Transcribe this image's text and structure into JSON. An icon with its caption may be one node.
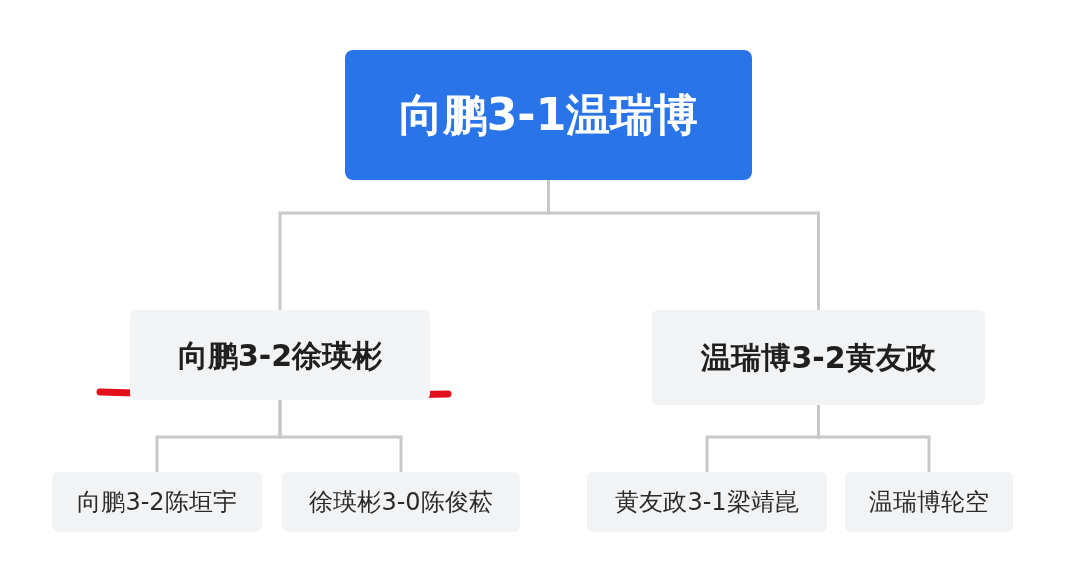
{
  "diagram": {
    "nodes": [
      {
        "text": [
          "向鹏3-1温瑞博"
        ]
      },
      {
        "text": [
          "向鹏3-2徐瑛彬"
        ]
      },
      {
        "text": [
          "温瑞博3-2黄友政"
        ]
      },
      {
        "text": [
          "向鹏3-2陈垣宇"
        ]
      },
      {
        "text": [
          "徐瑛彬3-0陈俊菘"
        ]
      },
      {
        "text": [
          "黄友政3-1梁靖崑"
        ]
      },
      {
        "text": [
          "温瑞博轮空"
        ]
      }
    ],
    "edges": [
      {
        "from": 0,
        "to": 1,
        "arrow": "none"
      },
      {
        "from": 0,
        "to": 2,
        "arrow": "none"
      },
      {
        "from": 1,
        "to": 3,
        "arrow": "none"
      },
      {
        "from": 1,
        "to": 4,
        "arrow": "none"
      },
      {
        "from": 2,
        "to": 5,
        "arrow": "none"
      },
      {
        "from": 2,
        "to": 6,
        "arrow": "none"
      }
    ]
  }
}
